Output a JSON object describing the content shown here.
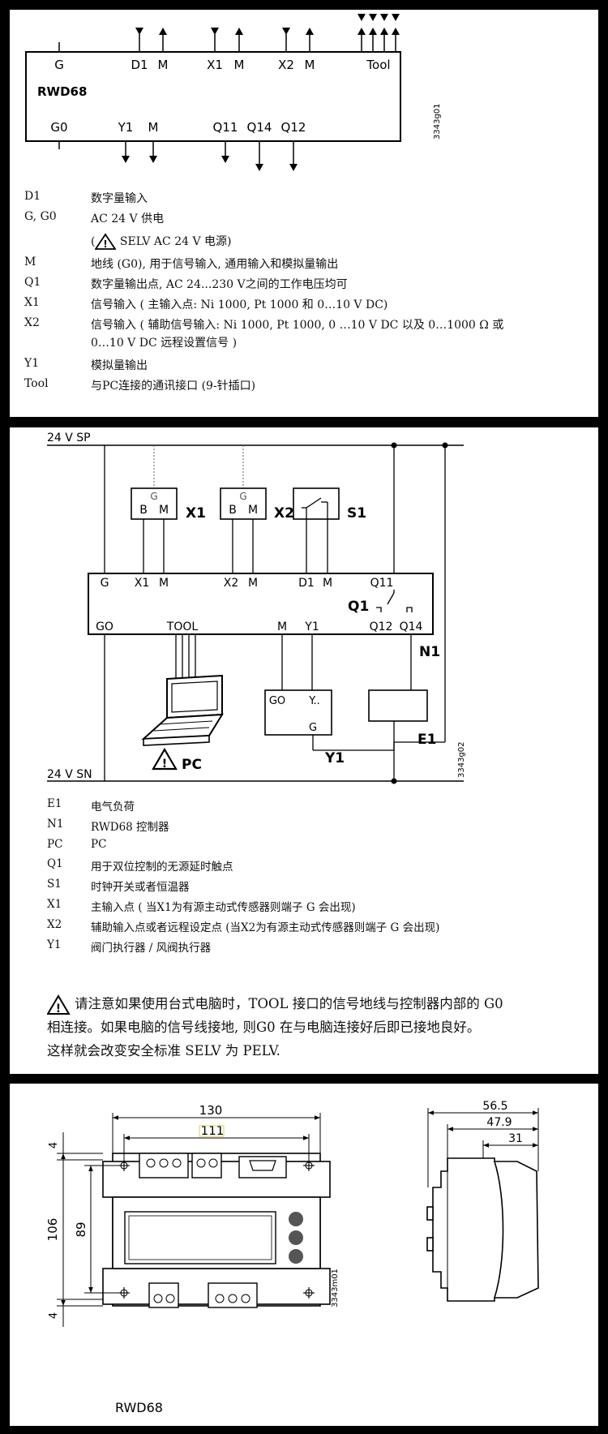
{
  "panel1": {
    "device": "RWD68",
    "top_terminals": [
      "G",
      "D1",
      "M",
      "X1",
      "M",
      "X2",
      "M",
      "Tool"
    ],
    "bottom_terminals": [
      "G0",
      "Y1",
      "M",
      "Q11",
      "Q14",
      "Q12"
    ],
    "code": "3343g01",
    "legend": [
      {
        "k": "D1",
        "v": "数字量输入"
      },
      {
        "k": "G, G0",
        "v": "AC 24 V 供电"
      },
      {
        "k": "",
        "v": "SELV AC 24 V 电源)"
      },
      {
        "k": "M",
        "v": "地线 (G0), 用于信号输入, 通用输入和模拟量输出"
      },
      {
        "k": "Q1",
        "v": "数字量输出点, AC 24...230 V之间的工作电压均可"
      },
      {
        "k": "X1",
        "v": "信号输入 ( 主输入点:  Ni 1000, Pt 1000 和 0…10 V DC)"
      },
      {
        "k": "X2",
        "v": "信号输入 ( 辅助信号输入: Ni 1000, Pt 1000, 0 …10 V DC 以及 0…1000 Ω 或"
      },
      {
        "k": "",
        "v": "0…10 V DC 远程设置信号 )"
      },
      {
        "k": "Y1",
        "v": "模拟量输出"
      },
      {
        "k": "Tool",
        "v": "与PC连接的通讯接口 (9-针插口)"
      }
    ],
    "paren_open": "("
  },
  "panel2": {
    "rail_top": "24 V SP",
    "rail_bottom": "24 V SN",
    "sensor_g": "G",
    "sensor_b": "B",
    "sensor_m": "M",
    "x1": "X1",
    "x2": "X2",
    "s1": "S1",
    "ctrl_top": [
      "G",
      "X1",
      "M",
      "X2",
      "M",
      "D1",
      "M",
      "Q11"
    ],
    "q1": "Q1",
    "ctrl_bottom": [
      "GO",
      "TOOL",
      "M",
      "Y1",
      "Q12",
      "Q14"
    ],
    "n1": "N1",
    "pc": "PC",
    "act_go": "GO",
    "act_y": "Y..",
    "act_g": "G",
    "y1": "Y1",
    "e1": "E1",
    "code": "3343g02",
    "legend": [
      {
        "k": "E1",
        "v": "电气负荷"
      },
      {
        "k": "N1",
        "v": "RWD68 控制器"
      },
      {
        "k": "PC",
        "v": "PC"
      },
      {
        "k": "Q1",
        "v": "用于双位控制的无源延时触点"
      },
      {
        "k": "S1",
        "v": "时钟开关或者恒温器"
      },
      {
        "k": "X1",
        "v": "主输入点 ( 当X1为有源主动式传感器则端子 G 会出现)"
      },
      {
        "k": "X2",
        "v": "辅助输入点或者远程设定点 (当X2为有源主动式传感器则端子 G 会出现)"
      },
      {
        "k": "Y1",
        "v": "阀门执行器 / 风阀执行器"
      }
    ],
    "note": [
      "请注意如果使用台式电脑时，TOOL 接口的信号地线与控制器内部的 G0",
      "相连接。如果电脑的信号线接地, 则G0 在与电脑连接好后即已接地良好。",
      "这样就会改变安全标准 SELV 为 PELV."
    ]
  },
  "panel3": {
    "dim_130": "130",
    "dim_111": "111",
    "dim_106": "106",
    "dim_89": "89",
    "dim_4a": "4",
    "dim_4b": "4",
    "dim_565": "56.5",
    "dim_479": "47.9",
    "dim_31": "31",
    "code": "3343m01",
    "caption": "RWD68"
  }
}
